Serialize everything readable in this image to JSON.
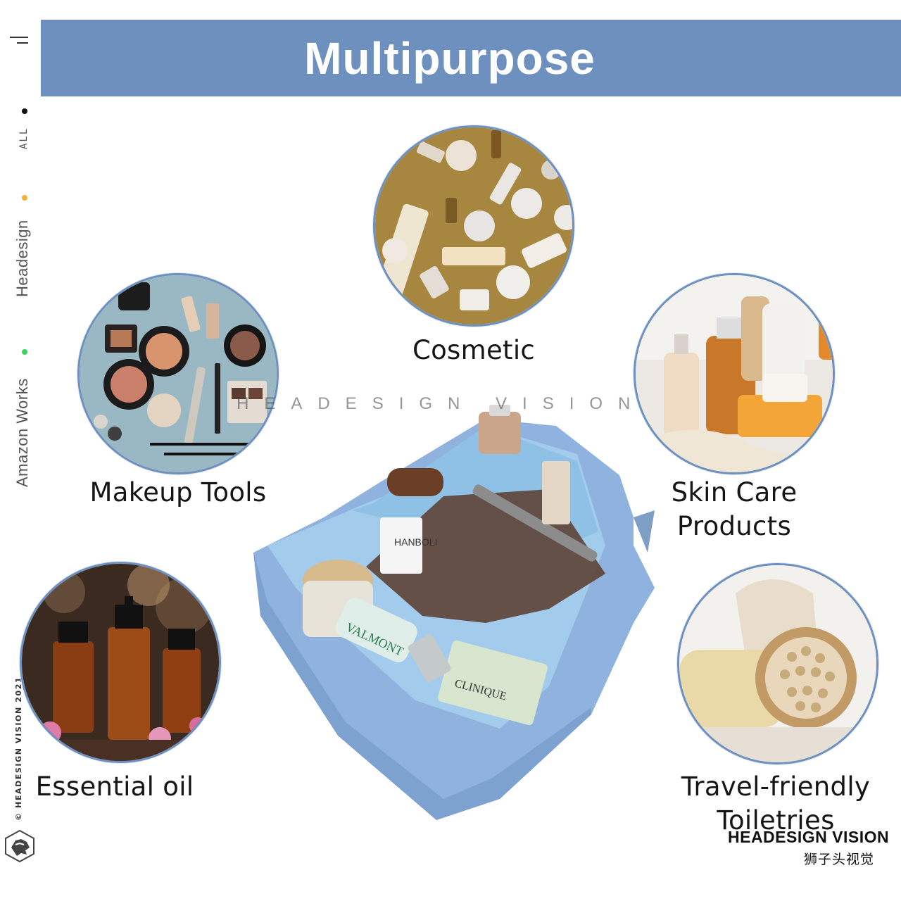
{
  "header": {
    "title": "Multipurpose"
  },
  "sidebar": {
    "items": [
      {
        "label": "ALL",
        "dot_color": "#111111"
      },
      {
        "label": "Headesign",
        "dot_color": "#f2b233"
      },
      {
        "label": "Amazon Works",
        "dot_color": "#3ad45a"
      }
    ],
    "copyright": "© HEADESIGN VISION 2021"
  },
  "categories": [
    {
      "label": "Cosmetic",
      "icon": "cosmetic-bottles-photo"
    },
    {
      "label": "Makeup Tools",
      "icon": "makeup-palette-photo"
    },
    {
      "label": "Skin Care",
      "label2": "Products",
      "icon": "skin-care-bottles-photo"
    },
    {
      "label": "Essential oil",
      "icon": "essential-oil-bottles-photo"
    },
    {
      "label": "Travel-friendly",
      "label2": "Toiletries",
      "icon": "bath-sponge-brush-photo"
    }
  ],
  "watermark": "HEADESIGN VISION",
  "brand": {
    "name_en": "HEADESIGN VISION",
    "name_cn": "狮子头视觉"
  },
  "product": {
    "name": "cosmetic bag",
    "color": "#8fb3de",
    "labels": [
      "HANBOLI",
      "VALMONT",
      "CLINIQUE"
    ]
  },
  "colors": {
    "banner": "#6e90be",
    "circle_border": "#6e90be"
  }
}
